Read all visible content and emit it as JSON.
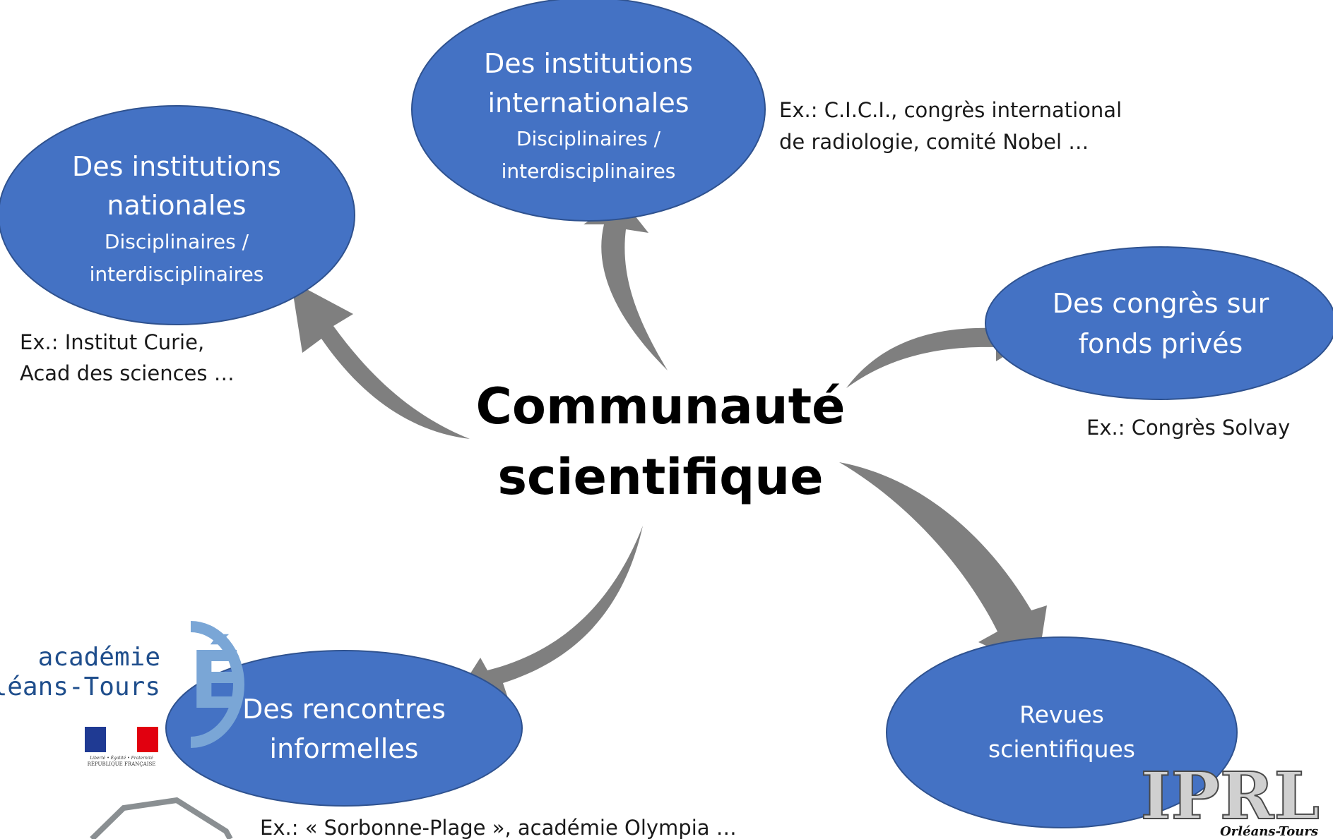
{
  "colors": {
    "node_fill": "#4472c4",
    "node_stroke": "#2f528f",
    "arrow": "#7f7f7f",
    "node_text": "#ffffff",
    "center_text": "#000000"
  },
  "center": {
    "line1": "Communauté",
    "line2": "scientifique"
  },
  "nodes": {
    "international": {
      "title1": "Des institutions",
      "title2": "internationales",
      "sub1": "Disciplinaires /",
      "sub2": "interdisciplinaires",
      "note1": "Ex.: C.I.C.I., congrès international",
      "note2": "de radiologie, comité Nobel …"
    },
    "national": {
      "title1": "Des institutions",
      "title2": "nationales",
      "sub1": "Disciplinaires /",
      "sub2": "interdisciplinaires",
      "note1": "Ex.: Institut Curie,",
      "note2": "Acad des sciences …"
    },
    "congres": {
      "title1": "Des congrès sur",
      "title2": "fonds privés",
      "note1": "Ex.: Congrès Solvay"
    },
    "rencontres": {
      "title1": "Des rencontres",
      "title2": "informelles",
      "note1": "Ex.: « Sorbonne-Plage », académie Olympia …"
    },
    "revues": {
      "title1": "Revues",
      "title2": "scientifiques"
    }
  },
  "logos": {
    "academie_line1": "académie",
    "academie_line2": "Orléans-Tours",
    "republique_motto": "Liberté • Égalité • Fraternité",
    "republique_name": "RÉPUBLIQUE FRANÇAISE",
    "iprl": "IPRL",
    "iprl_sub": "Orléans-Tours"
  }
}
